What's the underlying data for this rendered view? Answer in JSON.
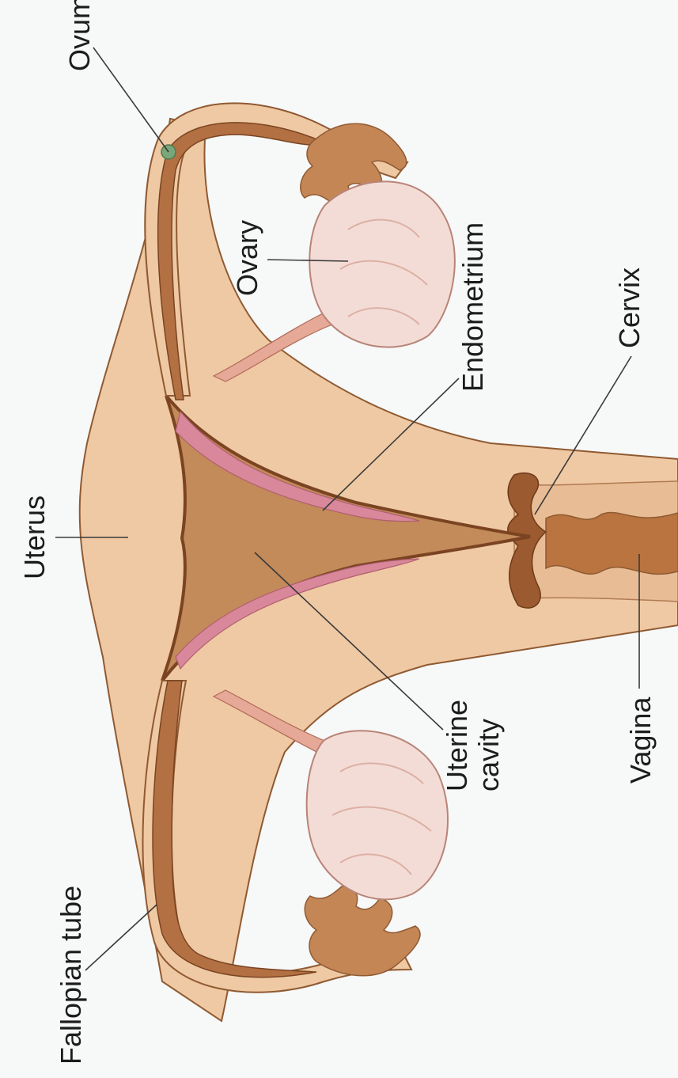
{
  "labels": {
    "ovum": "Ovum",
    "ovary": "Ovary",
    "endometrium": "Endometrium",
    "cervix": "Cervix",
    "uterus": "Uterus",
    "uterine_cavity_line1": "Uterine",
    "uterine_cavity_line2": "cavity",
    "vagina": "Vagina",
    "fallopian_tube": "Fallopian tube"
  },
  "colors": {
    "background": "#f7f8f8",
    "tissue": "#efc9a3",
    "tissue_outline": "#8f5a32",
    "tube_inner": "#b37042",
    "cavity": "#c38a5a",
    "cavity_edge": "#7a4422",
    "endometrium": "#d9879a",
    "ovary": "#f4dcd6",
    "ovary_shade": "#dcb0a5",
    "ovum": "#79a779"
  }
}
